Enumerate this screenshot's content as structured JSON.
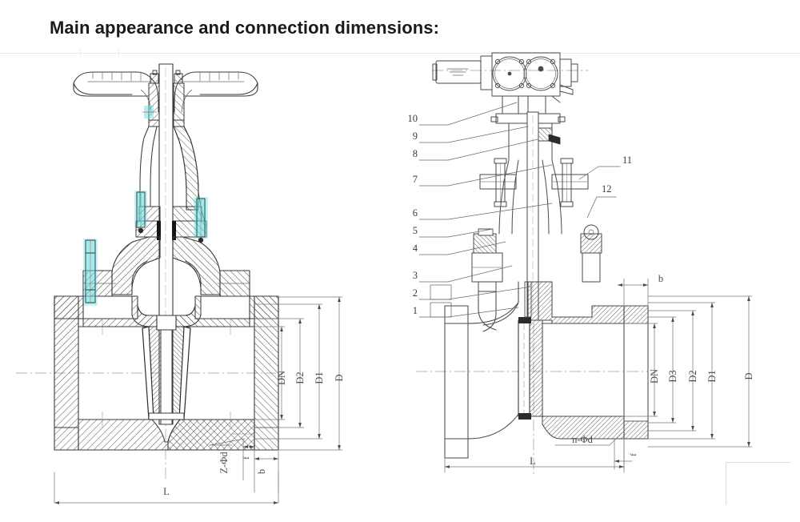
{
  "page": {
    "heading": "Main appearance and connection dimensions:",
    "background_color": "#ffffff",
    "line_color": "#3a3a3a",
    "thin_line_color": "#6b6b6b",
    "highlight_color": "#5ed9de",
    "heading_color": "#1a1a1a"
  },
  "left_drawing": {
    "name": "manual-handwheel-gate-valve-section",
    "description": "Gate valve with handwheel, full cross-section view",
    "dimension_labels": [
      {
        "id": "DN",
        "text": "DN",
        "orientation": "vertical"
      },
      {
        "id": "D2",
        "text": "D2",
        "orientation": "vertical"
      },
      {
        "id": "D1",
        "text": "D1",
        "orientation": "vertical"
      },
      {
        "id": "D",
        "text": "D",
        "orientation": "vertical"
      },
      {
        "id": "L",
        "text": "L",
        "orientation": "horizontal"
      },
      {
        "id": "b",
        "text": "b",
        "orientation": "vertical"
      },
      {
        "id": "f",
        "text": "f",
        "orientation": "vertical"
      },
      {
        "id": "Zd",
        "text": "Z-Φd",
        "orientation": "vertical"
      }
    ]
  },
  "right_drawing": {
    "name": "electric-actuated-gate-valve-half-section",
    "description": "Gate valve with electric actuator, half-section view",
    "callouts_left": [
      "10",
      "9",
      "8",
      "7",
      "6",
      "5",
      "4",
      "3",
      "2",
      "1"
    ],
    "callouts_right": [
      "11",
      "12"
    ],
    "dimension_labels": [
      {
        "id": "DN",
        "text": "DN",
        "orientation": "vertical"
      },
      {
        "id": "D3",
        "text": "D3",
        "orientation": "vertical"
      },
      {
        "id": "D2",
        "text": "D2",
        "orientation": "vertical"
      },
      {
        "id": "D1",
        "text": "D1",
        "orientation": "vertical"
      },
      {
        "id": "D",
        "text": "D",
        "orientation": "vertical"
      },
      {
        "id": "L",
        "text": "L",
        "orientation": "horizontal"
      },
      {
        "id": "b",
        "text": "b",
        "orientation": "horizontal"
      },
      {
        "id": "f",
        "text": "f",
        "orientation": "vertical"
      },
      {
        "id": "nd",
        "text": "n-Φd",
        "orientation": "horizontal"
      }
    ]
  }
}
